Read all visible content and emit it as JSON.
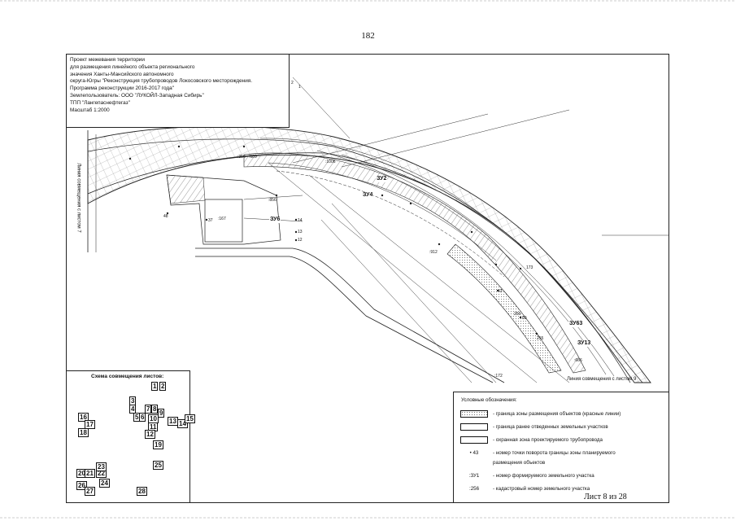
{
  "page_number": "182",
  "title_block": {
    "lines": [
      "Проект межевания территории",
      "для размещения линейного объекта регионального",
      "значения Ханты-Мансийского автономного",
      "округа-Югры \"Реконструкция трубопроводов Локосовского месторождения.",
      "Программа реконструкции 2016-2017 года\"",
      "Землепользователь: ООО \"ЛУКОЙЛ-Западная Сибирь\"",
      "ТПП \"Лангепаснефтегаз\"",
      "Масштаб 1:2000"
    ]
  },
  "map": {
    "plot_labels": [
      "ЗУ2",
      "ЗУ4",
      "ЗУ6",
      "ЗУ63",
      "ЗУ13"
    ],
    "cadastral_labels": [
      ":167",
      ":856",
      ":689",
      ":356",
      ":172",
      ":912",
      ":666",
      ":1006"
    ],
    "side_captions": [
      "Линия совмещения с листом 7",
      "Линия совмещения с листом 9"
    ],
    "point_numbers": [
      "1",
      "2",
      "12",
      "13",
      "14",
      "48",
      "37",
      "43",
      "80",
      "256",
      "173",
      "255"
    ]
  },
  "scheme": {
    "title": "Схема совмещения листов:",
    "tiles": [
      "1",
      "2",
      "3",
      "4",
      "5",
      "6",
      "7",
      "8",
      "9",
      "10",
      "11",
      "12",
      "13",
      "14",
      "15",
      "16",
      "17",
      "18",
      "19",
      "20",
      "21",
      "22",
      "23",
      "24",
      "25",
      "26",
      "27",
      "28"
    ]
  },
  "legend": {
    "title": "Условные обозначения:",
    "items": [
      {
        "symbol": "",
        "text": "- граница зоны размещения объектов (красные линии)"
      },
      {
        "symbol": "",
        "text": "- граница ранее отведенных земельных участков"
      },
      {
        "symbol": "",
        "text": "- охранная зона проектируемого трубопровода"
      },
      {
        "symbol": "• 43",
        "text": "- номер точки поворота границы зоны планируемого"
      },
      {
        "symbol": "",
        "text": "размещения объектов"
      },
      {
        "symbol": ":ЗУ1",
        "text": "- номер формируемого земельного участка"
      },
      {
        "symbol": ":256",
        "text": "- кадастровый номер земельного участка"
      }
    ]
  },
  "sheet_label": "Лист 8 из 28"
}
